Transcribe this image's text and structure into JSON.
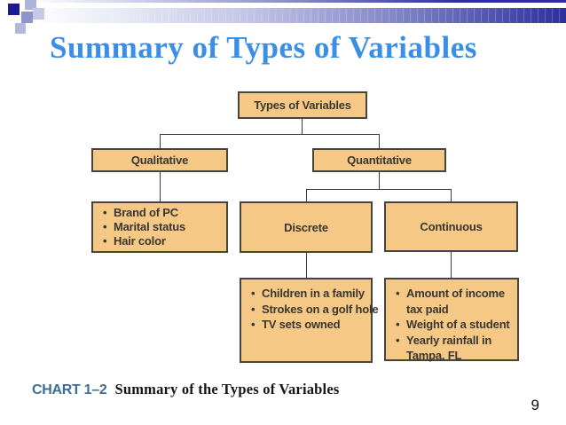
{
  "slide": {
    "title": "Summary of Types of Variables",
    "page_number": "9"
  },
  "diagram": {
    "bullet": "•",
    "nodes": {
      "root": "Types of Variables",
      "qualitative": "Qualitative",
      "quantitative": "Quantitative",
      "discrete": "Discrete",
      "continuous": "Continuous"
    },
    "qualitative_examples": [
      "Brand of PC",
      "Marital status",
      "Hair color"
    ],
    "discrete_examples": [
      "Children in a family",
      "Strokes on a golf hole",
      "TV sets owned"
    ],
    "continuous_examples": [
      "Amount of income tax paid",
      "Weight of a student",
      "Yearly rainfall in Tampa, FL"
    ]
  },
  "caption": {
    "label": "CHART 1–2",
    "text": "Summary of the Types of Variables"
  },
  "colors": {
    "title": "#3A8EE6",
    "box_fill": "#F6C886",
    "box_border": "#47453A",
    "connector": "#3A3A3A",
    "caption_label": "#3D6E99",
    "bar_navy": "#2E2F9C"
  }
}
